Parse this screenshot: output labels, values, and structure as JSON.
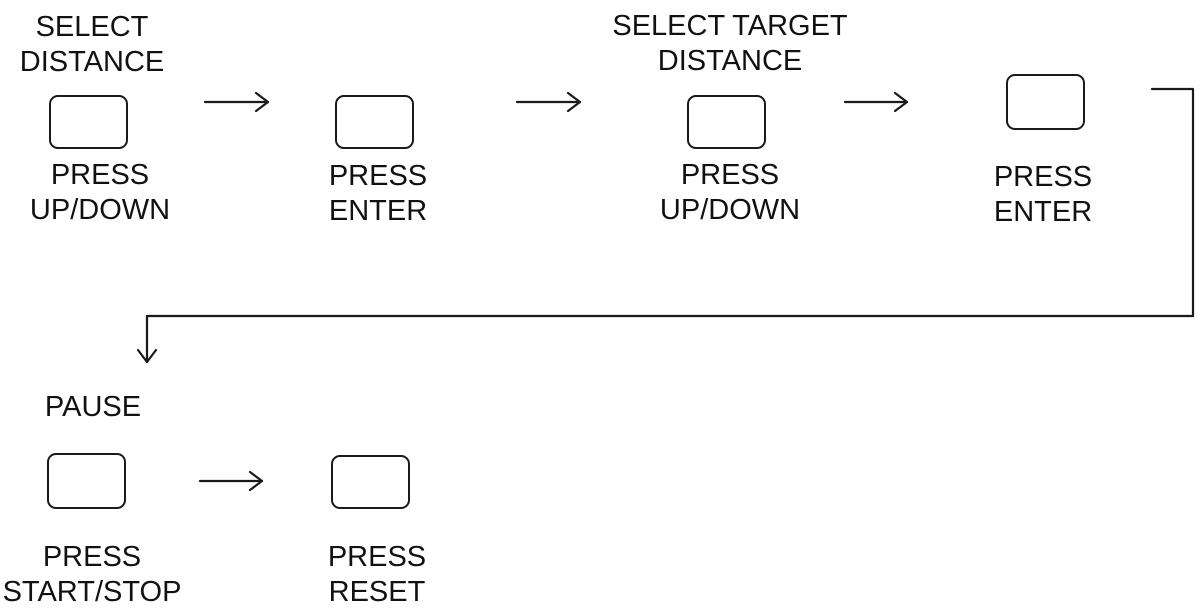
{
  "steps": [
    {
      "top_line1": "SELECT",
      "top_line2": "DISTANCE",
      "bottom_line1": "PRESS",
      "bottom_line2": "UP/DOWN"
    },
    {
      "bottom_line1": "PRESS",
      "bottom_line2": "ENTER"
    },
    {
      "top_line1": "SELECT TARGET",
      "top_line2": "DISTANCE",
      "bottom_line1": "PRESS",
      "bottom_line2": "UP/DOWN"
    },
    {
      "bottom_line1": "PRESS",
      "bottom_line2": "ENTER"
    },
    {
      "top_line1": "PAUSE",
      "bottom_line1": "PRESS",
      "bottom_line2": "START/STOP"
    },
    {
      "bottom_line1": "PRESS",
      "bottom_line2": "RESET"
    }
  ],
  "colors": {
    "line": "#1a1a1a",
    "text": "#111111",
    "background": "#ffffff"
  },
  "icons": {
    "arrow": "right-arrow-icon",
    "elbow_connector": "elbow-down-arrow-icon",
    "key": "rounded-rectangle-key"
  }
}
